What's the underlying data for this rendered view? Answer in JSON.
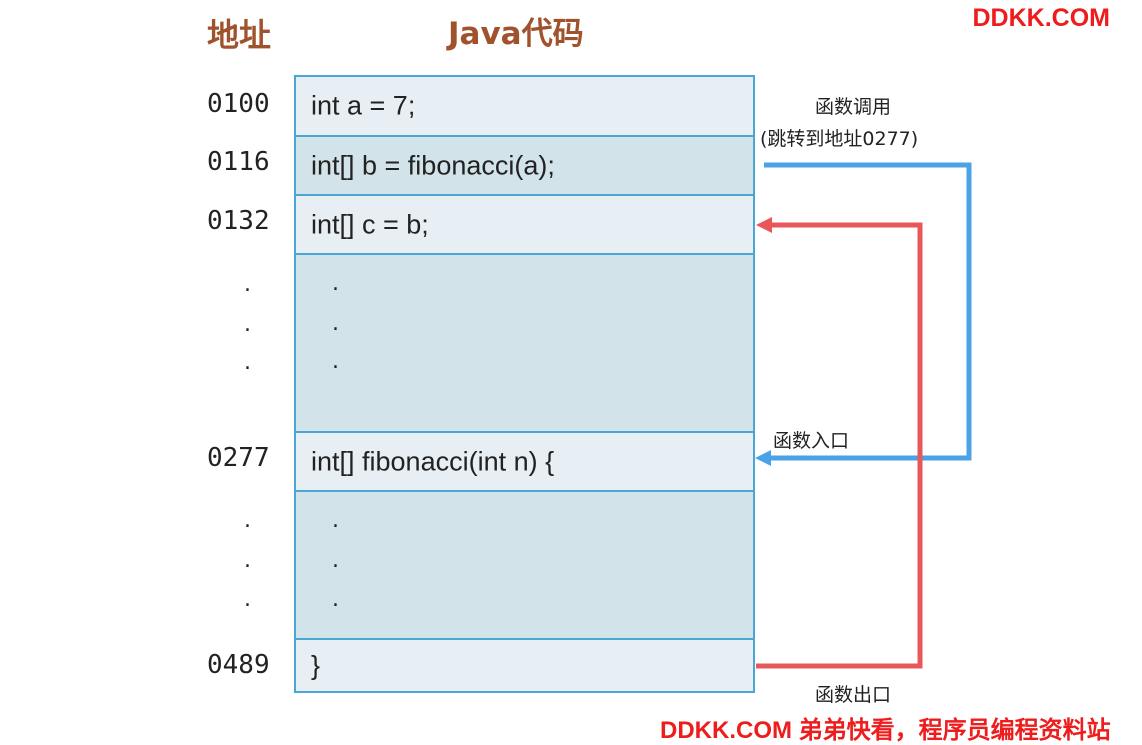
{
  "headers": {
    "address": "地址",
    "code": "Java代码"
  },
  "watermarks": {
    "top_right": "DDKK.COM",
    "bottom": "DDKK.COM 弟弟快看，程序员编程资料站"
  },
  "addresses": [
    "0100",
    "0116",
    "0132",
    "0277",
    "0489"
  ],
  "ellipsis_dot": ".",
  "code_lines": [
    "int a = 7;",
    "int[] b = fibonacci(a);",
    "int[] c = b;",
    "int[] fibonacci(int n) {",
    "}"
  ],
  "labels": {
    "call": "函数调用",
    "call_detail": "(跳转到地址0277)",
    "entry": "函数入口",
    "exit": "函数出口"
  },
  "colors": {
    "header": "#a0522d",
    "watermark": "#ee1c1c",
    "cell_border": "#4aa6d3",
    "call_arrow": "#4aa3e6",
    "return_arrow": "#e8575a"
  }
}
